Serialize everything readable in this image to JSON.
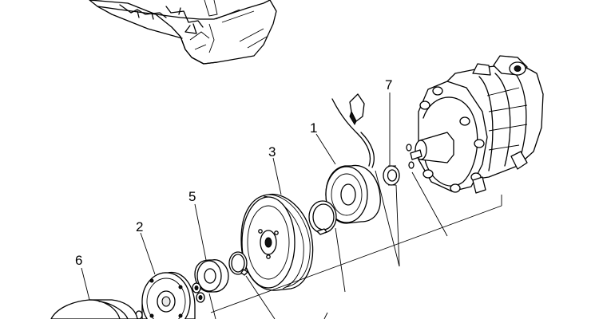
{
  "callouts": [
    {
      "id": "callout-1",
      "text": "1"
    },
    {
      "id": "callout-2",
      "text": "2"
    },
    {
      "id": "callout-3",
      "text": "3"
    },
    {
      "id": "callout-5",
      "text": "5"
    },
    {
      "id": "callout-6",
      "text": "6"
    },
    {
      "id": "callout-7",
      "text": "7"
    }
  ],
  "parts": [
    {
      "callout": "1",
      "icon": "field-coil-icon"
    },
    {
      "callout": "2",
      "icon": "clutch-hub-plate-icon"
    },
    {
      "callout": "3",
      "icon": "pulley-icon"
    },
    {
      "callout": "5",
      "icon": "shim-spacer-icon"
    },
    {
      "callout": "6",
      "icon": "cover-cap-icon"
    },
    {
      "callout": "7",
      "icon": "seal-ring-icon"
    },
    {
      "callout": "",
      "icon": "compressor-body-icon"
    },
    {
      "callout": "",
      "icon": "engine-housing-icon"
    }
  ]
}
